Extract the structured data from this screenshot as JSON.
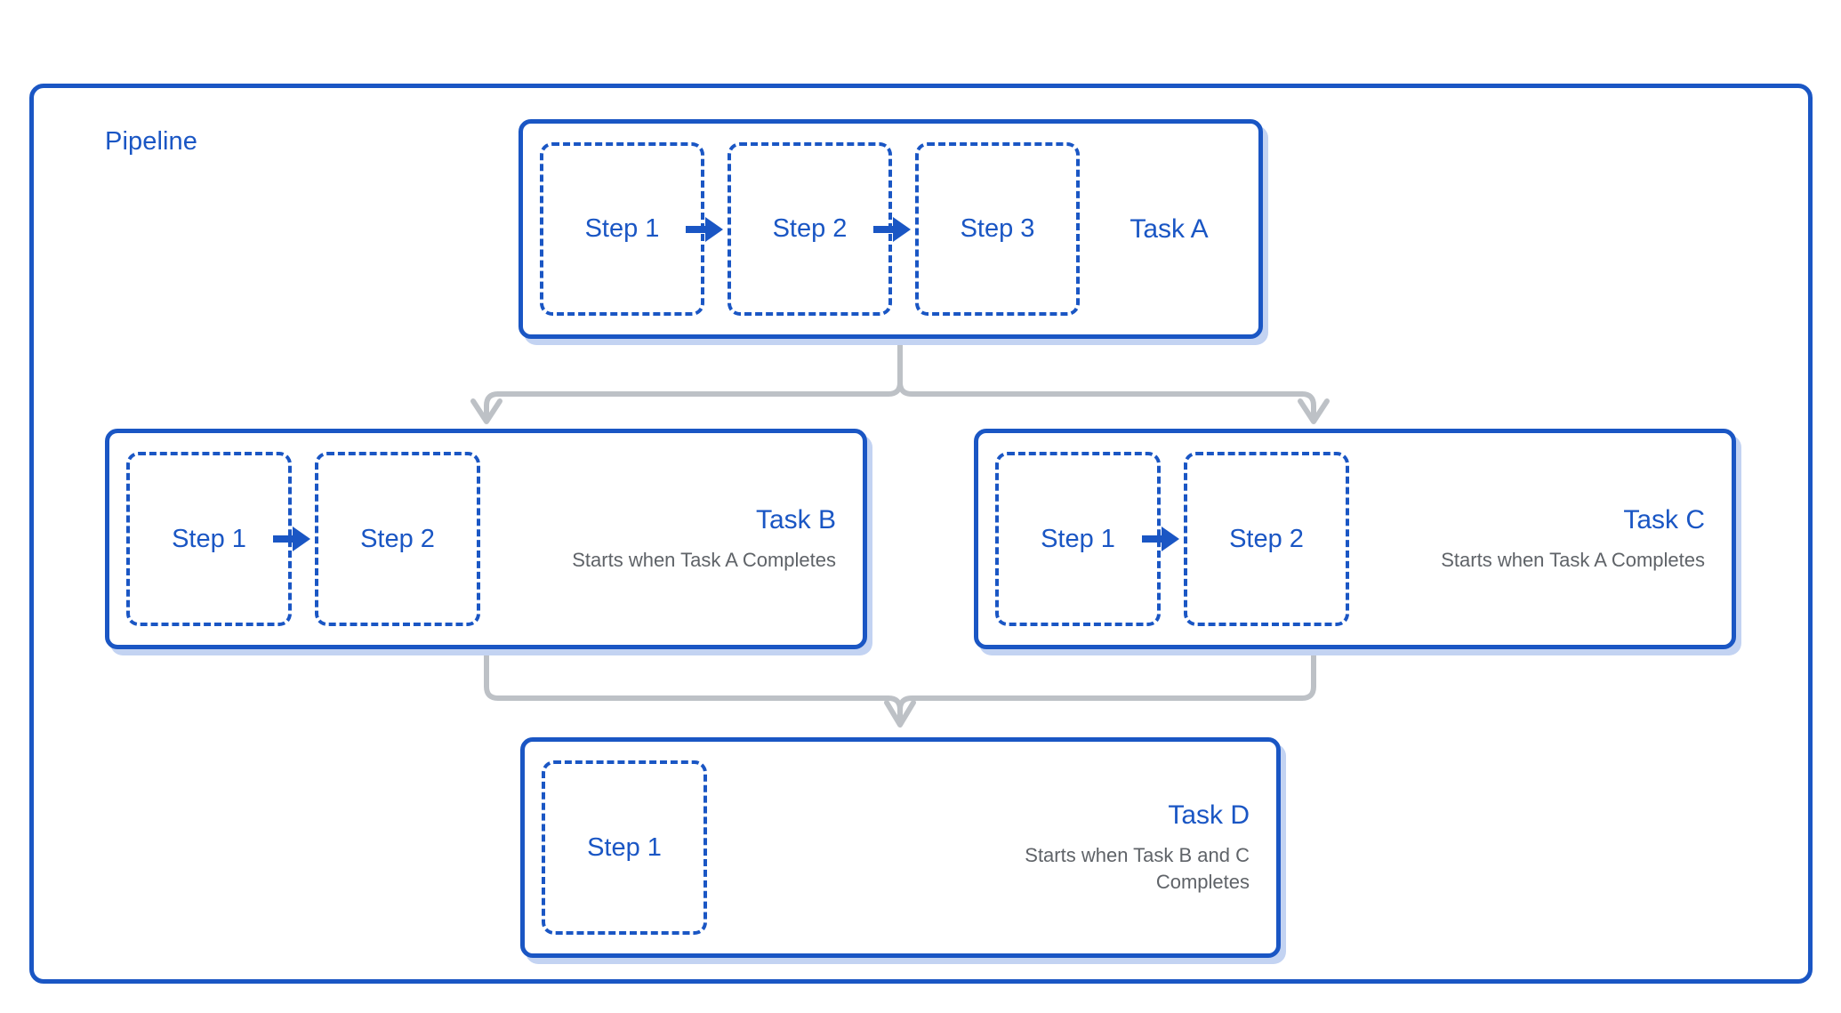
{
  "diagram": {
    "title": "Pipeline",
    "accent_color": "#1a56c4",
    "shadow_color": "#c3d3f2",
    "note_color": "#5f6368",
    "connector_color": "#bdc1c6",
    "background": "#ffffff"
  },
  "tasks": [
    {
      "id": "task-a",
      "title": "Task A",
      "note": "",
      "steps": [
        {
          "label": "Step 1"
        },
        {
          "label": "Step 2"
        },
        {
          "label": "Step 3"
        }
      ]
    },
    {
      "id": "task-b",
      "title": "Task B",
      "note": "Starts when Task A Completes",
      "steps": [
        {
          "label": "Step 1"
        },
        {
          "label": "Step 2"
        }
      ]
    },
    {
      "id": "task-c",
      "title": "Task C",
      "note": "Starts when Task A Completes",
      "steps": [
        {
          "label": "Step 1"
        },
        {
          "label": "Step 2"
        }
      ]
    },
    {
      "id": "task-d",
      "title": "Task D",
      "note": "Starts when Task B and C Completes",
      "steps": [
        {
          "label": "Step 1"
        }
      ]
    }
  ],
  "connectors": [
    {
      "from": "task-a",
      "to": "task-b",
      "icon": "arrow-down-icon"
    },
    {
      "from": "task-a",
      "to": "task-c",
      "icon": "arrow-down-icon"
    },
    {
      "from": "task-b",
      "to": "task-d",
      "icon": "arrow-down-icon"
    },
    {
      "from": "task-c",
      "to": "task-d",
      "icon": "arrow-down-icon"
    }
  ],
  "step_arrows": {
    "icon": "arrow-right-icon"
  }
}
